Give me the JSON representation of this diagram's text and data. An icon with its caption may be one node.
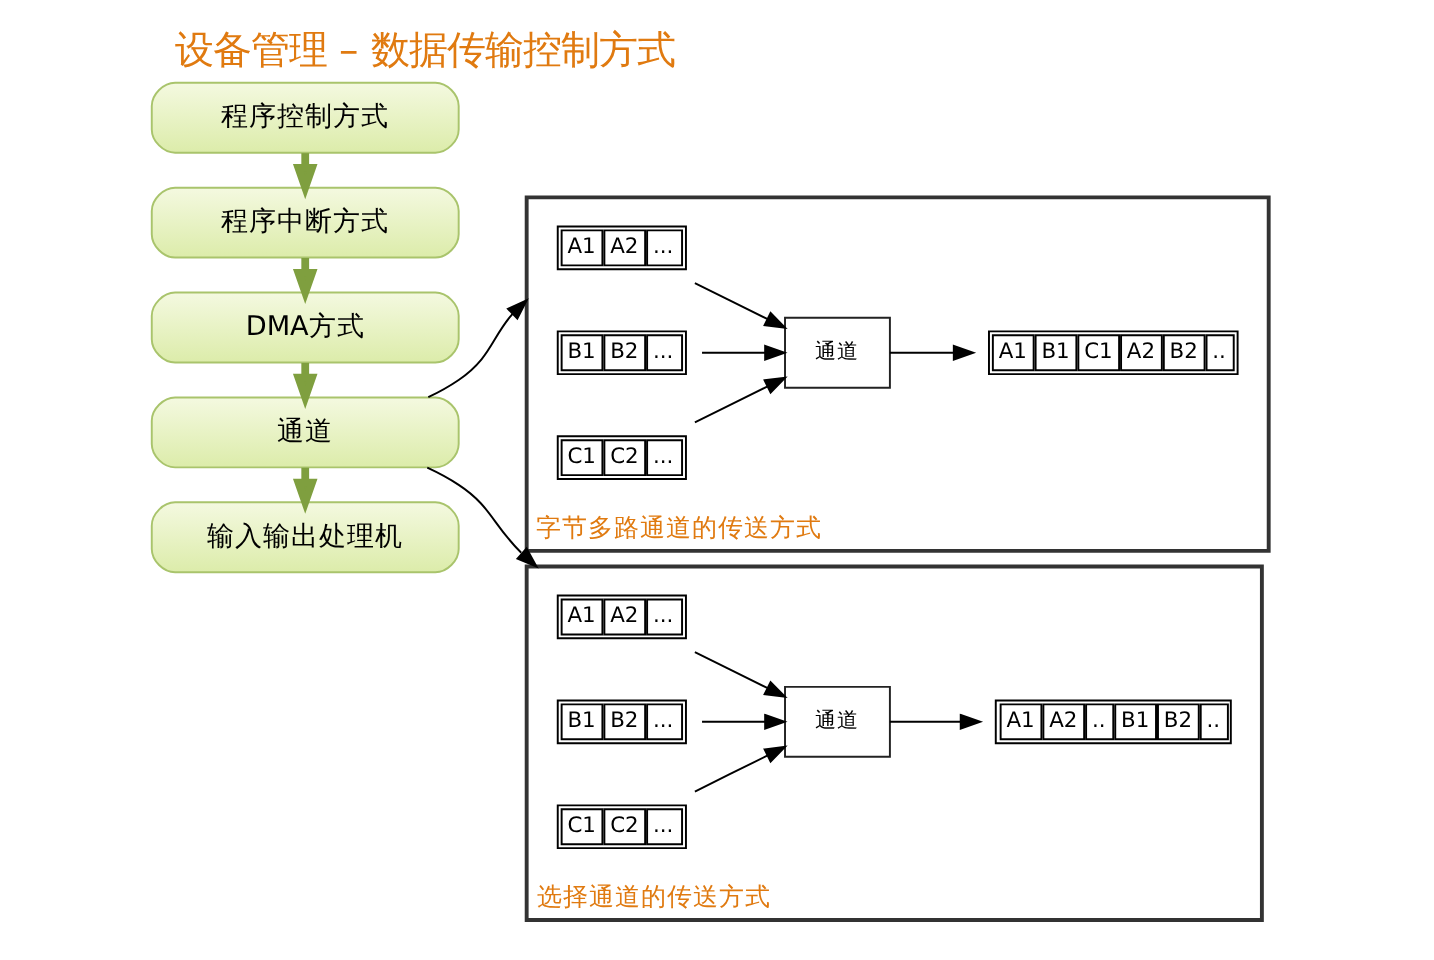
{
  "diagram": {
    "title": "设备管理 – 数据传输控制方式",
    "nodes": [
      {
        "text": [
          "程序控制方式"
        ]
      },
      {
        "text": [
          "程序中断方式"
        ]
      },
      {
        "text": [
          "DMA方式"
        ]
      },
      {
        "text": [
          "通道"
        ]
      },
      {
        "text": [
          "输入输出处理机"
        ]
      },
      {
        "text": [
          "字节多路通道的传送方式"
        ]
      },
      {
        "text": [
          "A1",
          "A2",
          "..."
        ],
        "in": 5
      },
      {
        "text": [
          "B1",
          "B2",
          "..."
        ],
        "in": 5
      },
      {
        "text": [
          "C1",
          "C2",
          "..."
        ],
        "in": 5
      },
      {
        "text": [
          "通道"
        ],
        "in": 5
      },
      {
        "text": [
          "A1",
          "B1",
          "C1",
          "A2",
          "B2",
          ".."
        ],
        "in": 5
      },
      {
        "text": [
          "选择通道的传送方式"
        ]
      },
      {
        "text": [
          "A1",
          "A2",
          "..."
        ],
        "in": 11
      },
      {
        "text": [
          "B1",
          "B2",
          "..."
        ],
        "in": 11
      },
      {
        "text": [
          "C1",
          "C2",
          "..."
        ],
        "in": 11
      },
      {
        "text": [
          "通道"
        ],
        "in": 11
      },
      {
        "text": [
          "A1",
          "A2",
          "..",
          "B1",
          "B2",
          ".."
        ],
        "in": 11
      }
    ],
    "edges": [
      {
        "from": 0,
        "to": 1,
        "arrow": "to",
        "style": "thick",
        "color": "#7f9f3f"
      },
      {
        "from": 1,
        "to": 2,
        "arrow": "to",
        "style": "thick",
        "color": "#7f9f3f"
      },
      {
        "from": 2,
        "to": 3,
        "arrow": "to",
        "style": "thick",
        "color": "#7f9f3f"
      },
      {
        "from": 3,
        "to": 4,
        "arrow": "to",
        "style": "thick",
        "color": "#7f9f3f"
      },
      {
        "from": 3,
        "to": 5,
        "arrow": "to"
      },
      {
        "from": 3,
        "to": 11,
        "arrow": "to"
      },
      {
        "from": 6,
        "to": 9,
        "arrow": "to"
      },
      {
        "from": 7,
        "to": 9,
        "arrow": "to"
      },
      {
        "from": 8,
        "to": 9,
        "arrow": "to"
      },
      {
        "from": 9,
        "to": 10,
        "arrow": "to"
      },
      {
        "from": 12,
        "to": 15,
        "arrow": "to"
      },
      {
        "from": 13,
        "to": 15,
        "arrow": "to"
      },
      {
        "from": 14,
        "to": 15,
        "arrow": "to"
      },
      {
        "from": 15,
        "to": 16,
        "arrow": "to"
      }
    ]
  }
}
